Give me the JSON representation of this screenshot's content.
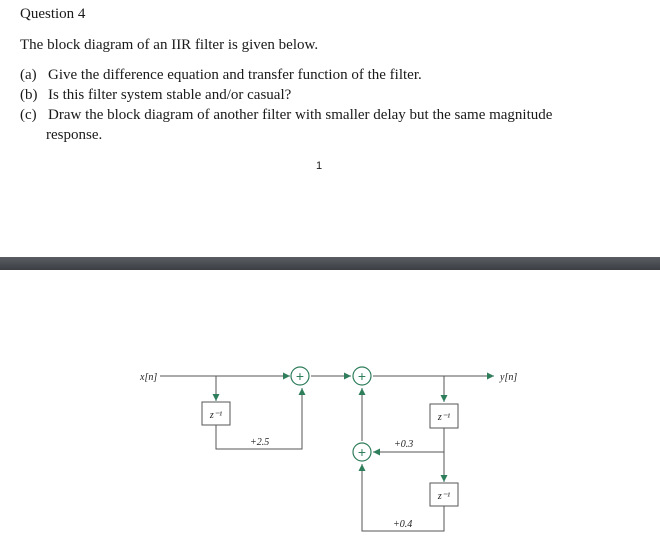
{
  "question": {
    "title": "Question 4",
    "intro": "The block diagram of an IIR filter is given below.",
    "items": [
      {
        "label": "(a)",
        "text": "Give the difference equation and transfer function of the filter."
      },
      {
        "label": "(b)",
        "text": "Is this filter system stable and/or casual?"
      },
      {
        "label": "(c)",
        "text": "Draw the block diagram of another filter with smaller delay but the same magnitude"
      }
    ],
    "item_c_continuation": "response.",
    "page_number": "1"
  },
  "diagram": {
    "input_label": "x[n]",
    "output_label": "y[n]",
    "delay_label": "z⁻¹",
    "gain_feedforward": "+2.5",
    "gain_feedback_1": "+0.3",
    "gain_feedback_2": "+0.4",
    "adder_symbol": "+",
    "line_color": "#555555",
    "arrow_color": "#2e7d5b"
  }
}
